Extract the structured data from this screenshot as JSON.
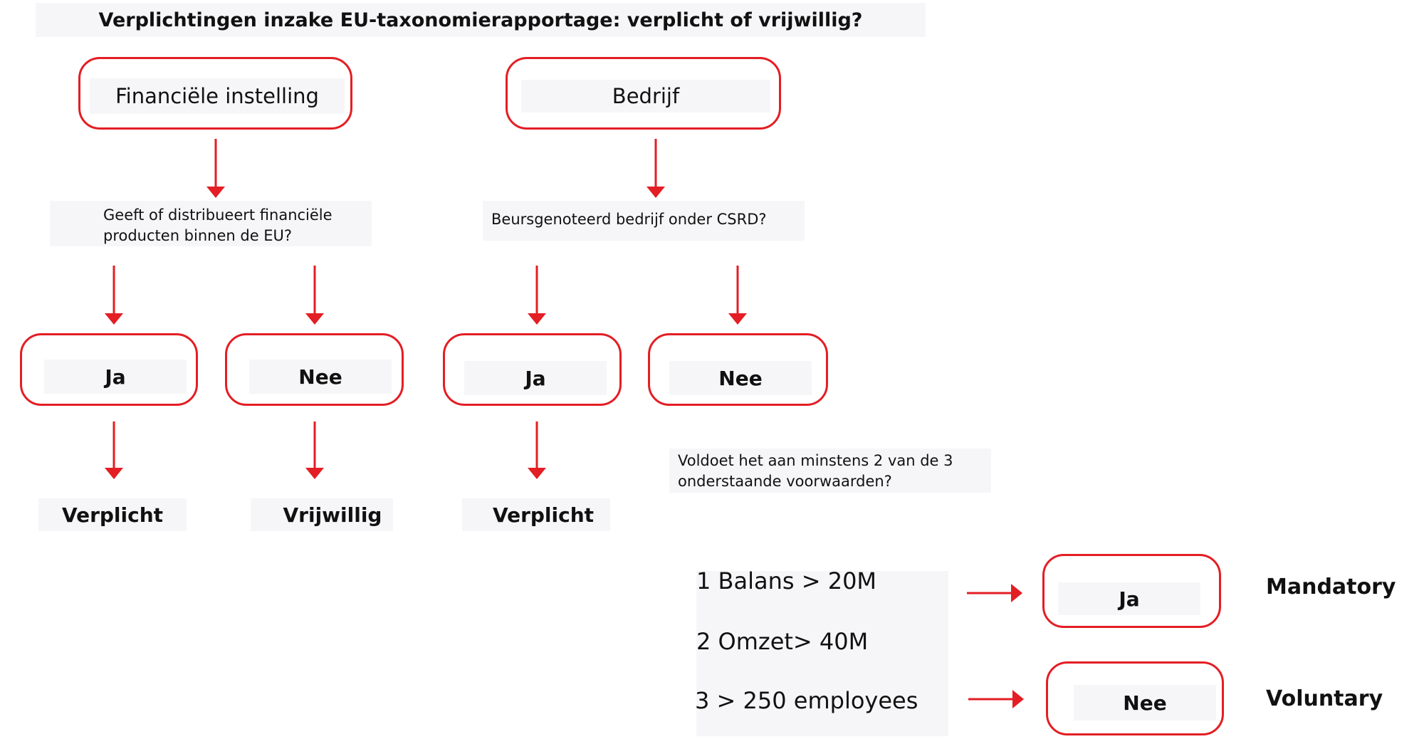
{
  "title": "Verplichtingen inzake EU-taxonomierapportage: verplicht of vrijwillig?",
  "accent_color": "#e31e24",
  "branches": {
    "financial": {
      "root": "Financiële instelling",
      "question": [
        "Geeft of distribueert financiële",
        "producten binnen de EU?"
      ],
      "yes": "Ja",
      "no": "Nee",
      "yes_outcome": "Verplicht",
      "no_outcome": "Vrijwillig"
    },
    "company": {
      "root": "Bedrijf",
      "question": "Beursgenoteerd bedrijf onder CSRD?",
      "yes": "Ja",
      "no": "Nee",
      "yes_outcome": "Verplicht",
      "followup_question": [
        "Voldoet het aan minstens 2 van de 3",
        "onderstaande voorwaarden?"
      ],
      "criteria": [
        "1 Balans > 20M",
        "2 Omzet> 40M",
        "3 > 250 employees"
      ],
      "criteria_yes": "Ja",
      "criteria_no": "Nee",
      "mandatory": "Mandatory",
      "voluntary": "Voluntary"
    }
  }
}
